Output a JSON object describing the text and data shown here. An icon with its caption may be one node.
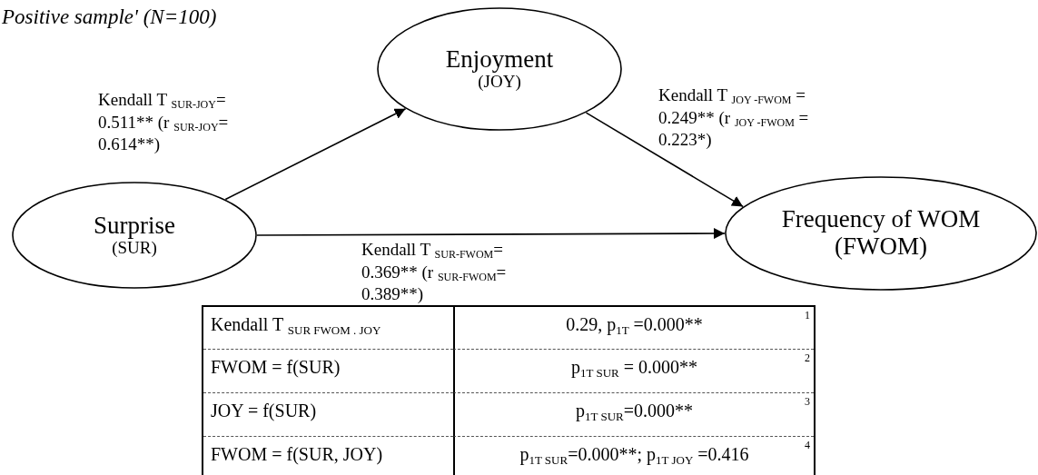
{
  "diagram": {
    "title": "Positive sample' (N=100)",
    "nodes": [
      {
        "text": [
          "Surprise",
          "(SUR)"
        ]
      },
      {
        "text": [
          "Enjoyment",
          "(JOY)"
        ]
      },
      {
        "text": [
          "Frequency of WOM (FWOM)"
        ]
      }
    ],
    "edges": [
      {
        "from": 0,
        "to": 1,
        "arrow": "to",
        "label": "Kendall T $_{SUR-JOY}$= 0.511** (r $_{SUR-JOY}$= 0.614**)"
      },
      {
        "from": 1,
        "to": 2,
        "arrow": "to",
        "label": "Kendall T $_{JOY -FWOM}$ = 0.249** (r $_{JOY -FWOM}$ = 0.223*)"
      },
      {
        "from": 0,
        "to": 2,
        "arrow": "to",
        "label": "Kendall T $_{SUR-FWOM}$= 0.369** (r $_{SUR-FWOM}$= 0.389**)"
      }
    ],
    "labels": [
      "Kendall T $_{SUR FWOM . JOY}$",
      "0.29, p$_{1T}$ =0.000**",
      "1",
      "FWOM = f(SUR)",
      "p$_{1T  SUR}$ = 0.000**",
      "2",
      "JOY = f(SUR)",
      "p$_{1T SUR}$=0.000**",
      "3",
      "FWOM = f(SUR, JOY)",
      "p$_{1T SUR}$=0.000**; p$_{1T JOY}$ =0.416",
      "4"
    ]
  }
}
